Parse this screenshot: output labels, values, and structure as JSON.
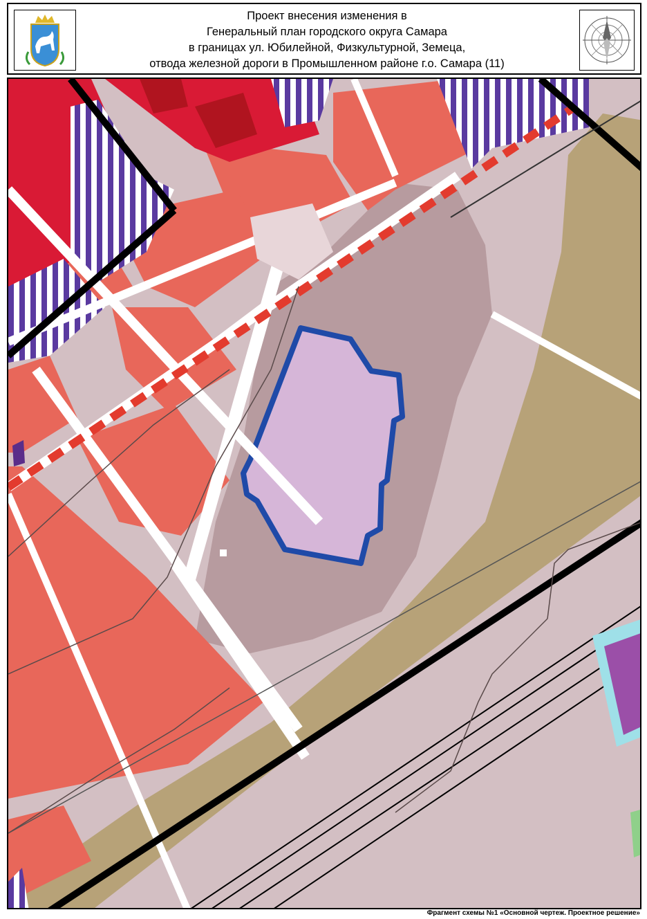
{
  "header": {
    "title_lines": [
      "Проект внесения изменения в",
      "Генеральный план городского округа Самара",
      "в границах ул. Юбилейной, Физкультурной, Земеца,",
      "отвода железной дороги в Промышленном районе г.о. Самара (11)"
    ],
    "emblem_icon": "samara-coat-of-arms-icon",
    "compass_icon": "compass-rose-icon"
  },
  "map": {
    "highlight_stroke": "#1f4aa8",
    "highlight_fill": "#d6b6d8",
    "residential_color": "#e8675a",
    "public_color": "#d91a35",
    "industrial_color": "#b79b9f",
    "railway_zone_color": "#b7a278",
    "background_color": "#d3bfc3",
    "road_color": "#ffffff",
    "hatch_color": "#5a3aa0",
    "rail_line_color": "#000000"
  },
  "caption": {
    "text": "Фрагмент схемы №1 «Основной чертеж. Проектное решение»"
  }
}
